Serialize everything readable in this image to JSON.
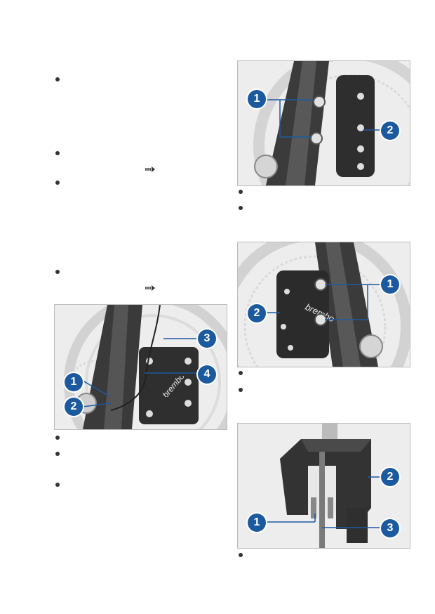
{
  "figures": {
    "fig1": {
      "callouts": [
        "1",
        "2"
      ]
    },
    "fig2": {
      "callouts": [
        "1",
        "2"
      ]
    },
    "fig3": {
      "callouts": [
        "1",
        "2",
        "3",
        "4"
      ]
    },
    "fig4": {
      "callouts": [
        "1",
        "2",
        "3"
      ]
    }
  },
  "caliper_brand": "brembo",
  "icons": {
    "bullet": "bullet-icon",
    "arrow": "forward-arrow-icon"
  },
  "colors": {
    "callout": "#1c5aa0",
    "figure_border": "#bcbcbc",
    "caliper": "#2d2d2d"
  }
}
